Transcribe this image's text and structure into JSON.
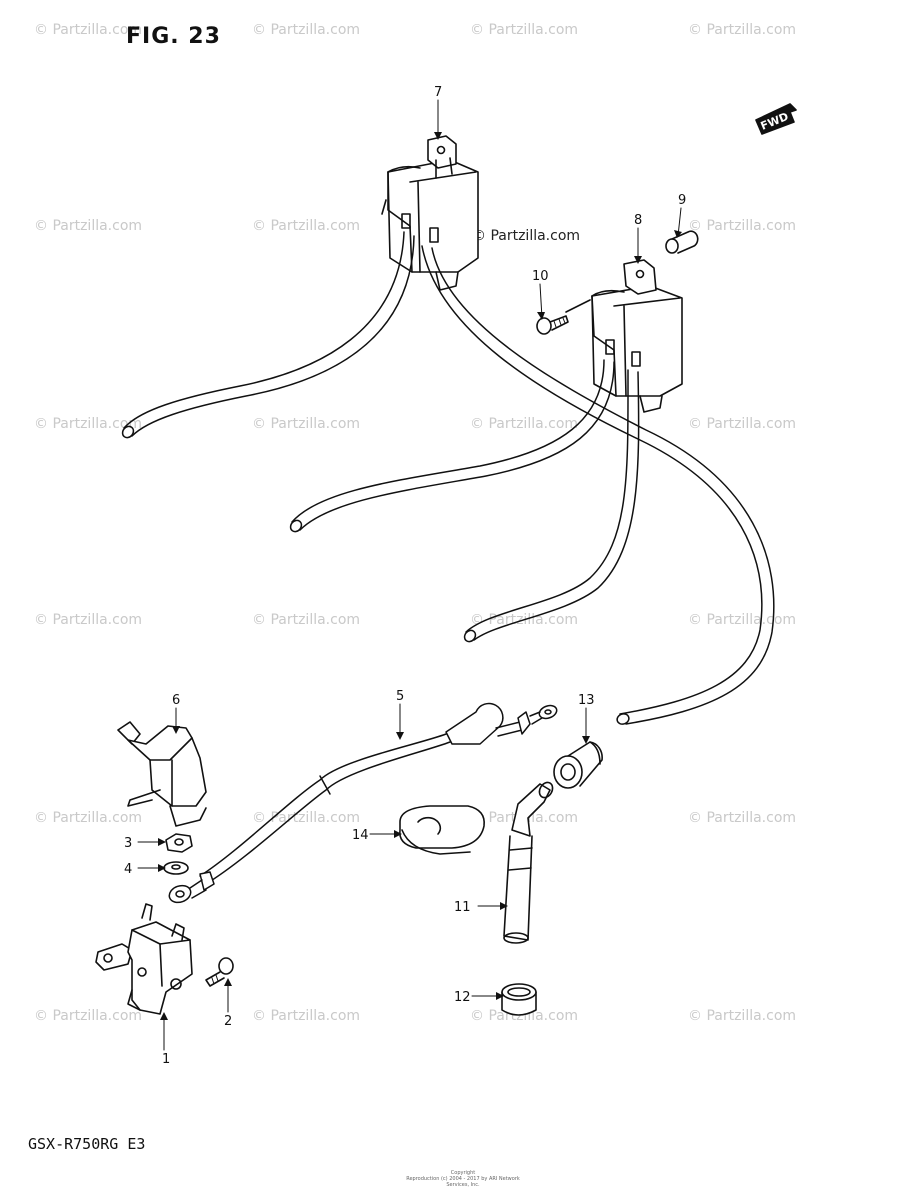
{
  "figure_title": "FIG. 23",
  "model_code": "GSX-R750RG E3",
  "copyright_mark": "© Partzilla.com",
  "watermark_text": "© Partzilla.com",
  "fwd_label": "FWD",
  "footer_text": [
    "Copyright",
    "Reproduction (c) 2004 - 2017 by ARI Network Services, Inc."
  ],
  "callouts": [
    "1",
    "2",
    "3",
    "4",
    "5",
    "6",
    "7",
    "8",
    "9",
    "10",
    "11",
    "12",
    "13",
    "14"
  ],
  "colors": {
    "ink": "#111111",
    "watermark": "#c9c9c9",
    "background": "#ffffff"
  }
}
